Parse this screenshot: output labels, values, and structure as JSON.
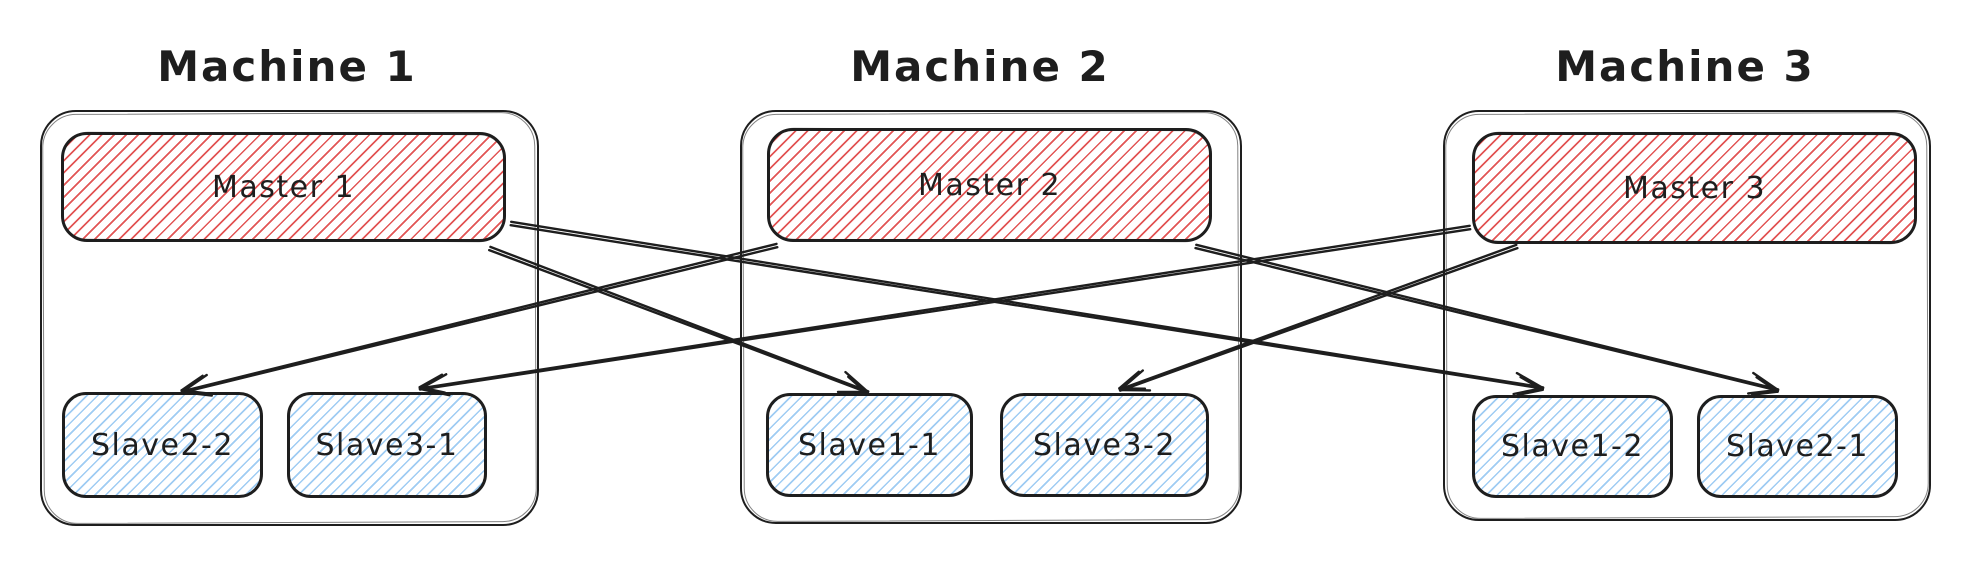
{
  "diagram": {
    "machines": [
      {
        "id": "machine1",
        "title": "Machine 1",
        "master": {
          "id": "master1",
          "label": "Master 1"
        },
        "slaves": [
          {
            "id": "slave2-2",
            "label": "Slave2-2"
          },
          {
            "id": "slave3-1",
            "label": "Slave3-1"
          }
        ]
      },
      {
        "id": "machine2",
        "title": "Machine 2",
        "master": {
          "id": "master2",
          "label": "Master 2"
        },
        "slaves": [
          {
            "id": "slave1-1",
            "label": "Slave1-1"
          },
          {
            "id": "slave3-2",
            "label": "Slave3-2"
          }
        ]
      },
      {
        "id": "machine3",
        "title": "Machine 3",
        "master": {
          "id": "master3",
          "label": "Master 3"
        },
        "slaves": [
          {
            "id": "slave1-2",
            "label": "Slave1-2"
          },
          {
            "id": "slave2-1",
            "label": "Slave2-1"
          }
        ]
      }
    ],
    "edges": [
      {
        "from": "master1",
        "to": "slave1-1"
      },
      {
        "from": "master1",
        "to": "slave1-2"
      },
      {
        "from": "master2",
        "to": "slave2-2"
      },
      {
        "from": "master2",
        "to": "slave2-1"
      },
      {
        "from": "master3",
        "to": "slave3-1"
      },
      {
        "from": "master3",
        "to": "slave3-2"
      }
    ],
    "colors": {
      "background": "#ffffff",
      "ink": "#1e1e1e",
      "master_hatch": "#e25555",
      "slave_hatch": "#9fccf3"
    }
  }
}
